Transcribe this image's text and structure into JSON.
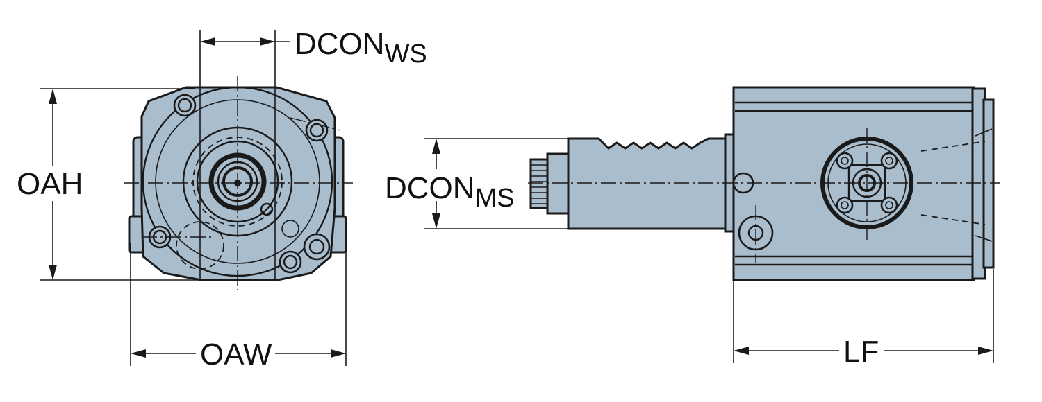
{
  "labels": {
    "dcon_ws": {
      "main": "DCON",
      "sub": "WS"
    },
    "oah": "OAH",
    "oaw": "OAW",
    "dcon_ms": {
      "main": "DCON",
      "sub": "MS"
    },
    "lf": "LF"
  },
  "colors": {
    "body_fill": "#a9bdcd",
    "line": "#1a1a1a",
    "background": "#ffffff"
  }
}
